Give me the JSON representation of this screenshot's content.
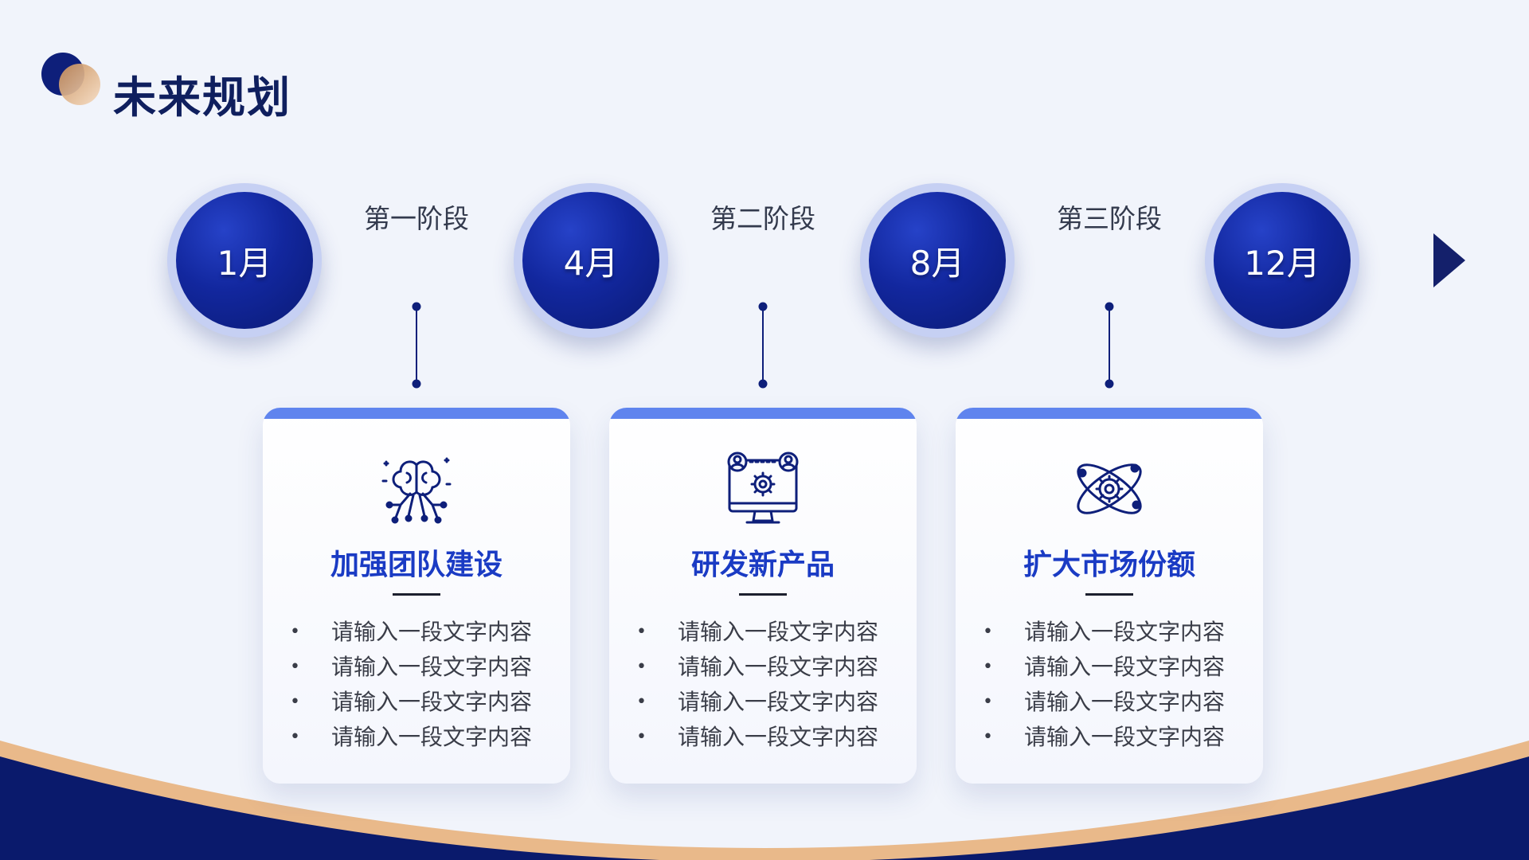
{
  "header": {
    "title": "未来规划"
  },
  "timeline": {
    "nodes": [
      {
        "label": "1月"
      },
      {
        "label": "4月"
      },
      {
        "label": "8月"
      },
      {
        "label": "12月"
      }
    ],
    "phases": [
      {
        "label": "第一阶段"
      },
      {
        "label": "第二阶段"
      },
      {
        "label": "第三阶段"
      }
    ]
  },
  "cards": [
    {
      "icon": "brain-network-icon",
      "title": "加强团队建设",
      "items": [
        "请输入一段文字内容",
        "请输入一段文字内容",
        "请输入一段文字内容",
        "请输入一段文字内容"
      ]
    },
    {
      "icon": "monitor-gear-icon",
      "title": "研发新产品",
      "items": [
        "请输入一段文字内容",
        "请输入一段文字内容",
        "请输入一段文字内容",
        "请输入一段文字内容"
      ]
    },
    {
      "icon": "atom-gear-icon",
      "title": "扩大市场份额",
      "items": [
        "请输入一段文字内容",
        "请输入一段文字内容",
        "请输入一段文字内容",
        "请输入一段文字内容"
      ]
    }
  ],
  "colors": {
    "primary": "#0e1f7a",
    "accent": "#5f84ee",
    "gold": "#e9b98a",
    "title": "#1a3bc4"
  }
}
